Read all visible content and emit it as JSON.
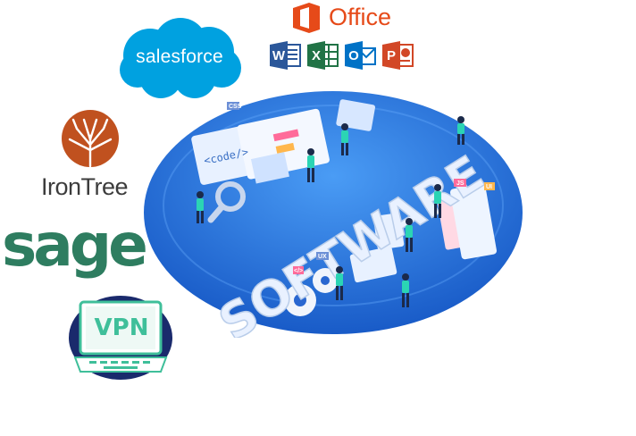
{
  "logos": {
    "salesforce": {
      "text": "salesforce",
      "color": "#00a1e0"
    },
    "office": {
      "title": "Office",
      "color": "#e64a19",
      "apps": [
        {
          "letter": "W",
          "color": "#2b579a"
        },
        {
          "letter": "X",
          "color": "#217346"
        },
        {
          "letter": "O",
          "color": "#0072c6"
        },
        {
          "letter": "P",
          "color": "#d24726"
        }
      ]
    },
    "irontree": {
      "text": "IronTree",
      "color": "#c0511f"
    },
    "sage": {
      "text": "sage",
      "color": "#2e7d60"
    },
    "vpn": {
      "text": "VPN",
      "color": "#3fbf9a"
    }
  },
  "illustration": {
    "word": "SOFTWARE",
    "code_tag": "<code/>",
    "tags": [
      "CSS",
      "UX",
      "JS",
      "</>",
      "UI"
    ],
    "colors": {
      "disc": "#1e6fd9",
      "disc_light": "#3a8ef0"
    }
  }
}
